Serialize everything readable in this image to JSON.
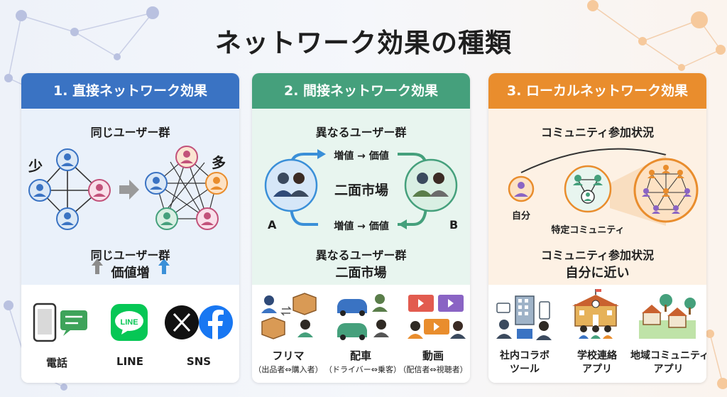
{
  "title": "ネットワーク効果の種類",
  "panels": [
    {
      "header": "1. 直接ネットワーク効果",
      "top_label": "同じユーザー群",
      "few": "少",
      "many": "多",
      "bottom_label": "同じユーザー群",
      "value_up": "価値増",
      "examples": [
        {
          "label": "電話",
          "icon": "phone-chat-icon"
        },
        {
          "label": "LINE",
          "icon": "line-app-icon",
          "logo_text": "LINE"
        },
        {
          "label": "SNS",
          "icon": "x-facebook-icon"
        }
      ],
      "accent": "#3a73c3"
    },
    {
      "header": "2. 間接ネットワーク効果",
      "top_label": "異なるユーザー群",
      "arrow_top": "増値 → 価値",
      "center": "二面市場",
      "arrow_bottom": "増値 → 価値",
      "side_a": "A",
      "side_b": "B",
      "bottom_label": "異なるユーザー群",
      "bottom_label2": "二面市場",
      "examples": [
        {
          "label": "フリマ",
          "sub": "（出品者⇔購入者）",
          "icon": "flea-market-icon"
        },
        {
          "label": "配車",
          "sub": "（ドライバー⇔乗客）",
          "icon": "ride-hailing-icon"
        },
        {
          "label": "動画",
          "sub": "（配信者⇔視聴者）",
          "icon": "video-icon"
        }
      ],
      "accent": "#45a07c"
    },
    {
      "header": "3. ローカルネットワーク効果",
      "top_label": "コミュニティ参加状況",
      "self": "自分",
      "specific": "特定コミュニティ",
      "bottom_label": "コミュニティ参加状況",
      "bottom_label2": "自分に近い",
      "examples": [
        {
          "label": "社内コラボ",
          "label2": "ツール",
          "icon": "office-collab-icon"
        },
        {
          "label": "学校連絡",
          "label2": "アプリ",
          "icon": "school-icon"
        },
        {
          "label": "地域コミュニティ",
          "label2": "アプリ",
          "icon": "town-icon"
        }
      ],
      "accent": "#e98d2d"
    }
  ]
}
